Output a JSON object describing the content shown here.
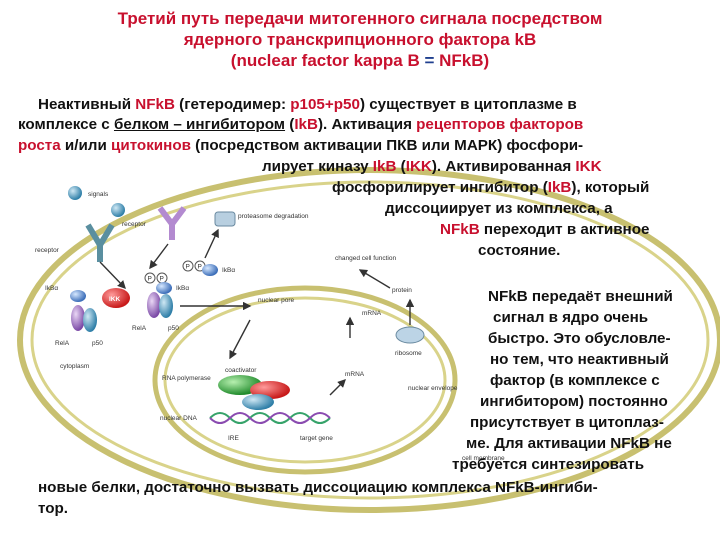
{
  "title": {
    "line1": "Третий путь передачи митогенного сигнала посредством",
    "line2": "ядерного транскрипционного фактора kB",
    "line3_a": "(nuclear factor kappa B",
    "line3_eq": " = ",
    "line3_b": "NFkB)"
  },
  "para1": {
    "l1_a": "Неактивный ",
    "l1_b": "NFkB",
    "l1_c": " (гетеродимер: ",
    "l1_d": "p105+p50",
    "l1_e": ") существует в цитоплазме в",
    "l2_a": "комплексе с ",
    "l2_b": "белком – ингибитором",
    "l2_c": " (",
    "l2_d": "IkB",
    "l2_e": "). Активация ",
    "l2_f": "рецепторов факторов",
    "l3_a": "роста",
    "l3_b": " и/или ",
    "l3_c": "цитокинов",
    "l3_d": " (посредством активации ПКВ или МАРК) фосфори-",
    "l4_a": "лирует киназу ",
    "l4_b": "IkB",
    "l4_c": " (",
    "l4_d": "IKK",
    "l4_e": "). Активированная ",
    "l4_f": "IKK",
    "l5_a": "фосфорилирует ингибитор (",
    "l5_b": "IkB",
    "l5_c": "), который",
    "l6": "диссоциирует из комплекса, а",
    "l7_a": "NFkB",
    "l7_b": " переходит в активное",
    "l8": "состояние."
  },
  "para2": {
    "l1": "NFkB передаёт внешний",
    "l2": "сигнал в ядро очень",
    "l3": "быстро. Это обусловле-",
    "l4": "но тем, что неактивный",
    "l5": "фактор (в комплексе с",
    "l6": "ингибитором) постоянно",
    "l7": "присутствует в цитоплаз-",
    "l8": "ме. Для активации NFkB не",
    "l9": "требуется синтезировать",
    "l10": "новые белки, достаточно вызвать диссоциацию комплекса NFkB-ингиби-",
    "l11": "тор."
  },
  "diagram": {
    "signals": "signals",
    "receptor_top": "receptor",
    "receptor_left": "receptor",
    "proteasome": "proteasome degradation",
    "ikbalpha": "IkBα",
    "ikb": "IkBα",
    "ikk": "IKK",
    "relA_1": "RelA",
    "p50_1": "p50",
    "relA_2": "RelA",
    "p50_2": "p50",
    "p_label": "P",
    "nuclear_pore": "nuclear pore",
    "mrna_1": "mRNA",
    "mrna_2": "mRNA",
    "changed_cell_function": "changed cell function",
    "protein": "protein",
    "ribosome": "ribosome",
    "cytoplasm": "cytoplasm",
    "coactivator": "coactivator",
    "rna_polymerase": "RNA polymerase",
    "nuclear_envelope": "nuclear envelope",
    "nuclear_dna": "nuclear DNA",
    "ire": "IRE",
    "target_gene": "target gene",
    "cell_membrane": "cell membrane"
  }
}
